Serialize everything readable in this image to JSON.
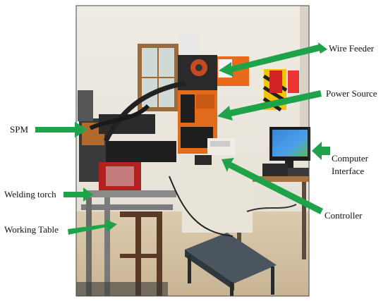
{
  "labels": {
    "wire_feeder": "Wire Feeder",
    "power_source": "Power Source",
    "spm": "SPM",
    "computer_interface_line1": "Computer",
    "computer_interface_line2": "Interface",
    "welding_torch": "Welding torch",
    "controller": "Controller",
    "working_table": "Working Table"
  },
  "colors": {
    "arrow": "#1fa34a",
    "photo_frame": "#444444",
    "wall": "#ece8df",
    "floor": "#d8c6a8",
    "orange_machine": "#e36b1c",
    "black_machine": "#1e1e1e"
  },
  "icons": {
    "arrow_shape": "green-block-arrow"
  }
}
